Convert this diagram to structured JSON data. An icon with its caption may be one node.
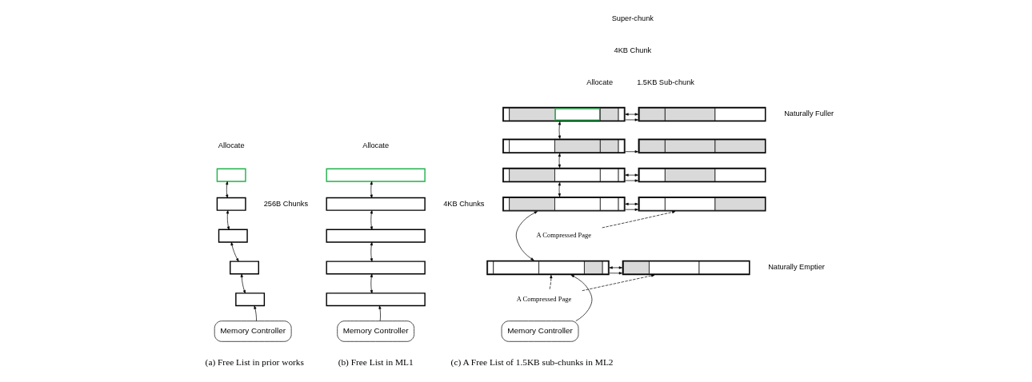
{
  "diagram": {
    "nodes": [
      {
        "text": [],
        "shape": "box"
      },
      {
        "text": [],
        "shape": "box"
      },
      {
        "text": [],
        "shape": "box"
      },
      {
        "text": [],
        "shape": "box"
      },
      {
        "text": [],
        "shape": "box"
      },
      {
        "text": [
          "Memory Controller"
        ]
      },
      {
        "text": [],
        "shape": "box"
      },
      {
        "text": [],
        "shape": "box"
      },
      {
        "text": [],
        "shape": "box"
      },
      {
        "text": [],
        "shape": "box"
      },
      {
        "text": [],
        "shape": "box"
      },
      {
        "text": [
          "Memory Controller"
        ]
      },
      {
        "text": [],
        "shape": "box"
      },
      {
        "text": [],
        "shape": "box"
      },
      {
        "text": [],
        "shape": "box"
      },
      {
        "text": [],
        "shape": "box"
      },
      {
        "text": [],
        "shape": "box"
      },
      {
        "text": [],
        "shape": "box"
      },
      {
        "text": [],
        "shape": "box"
      },
      {
        "text": [],
        "shape": "box"
      },
      {
        "text": [
          "A Compressed Page"
        ]
      },
      {
        "text": [],
        "shape": "box"
      },
      {
        "text": [],
        "shape": "box"
      },
      {
        "text": [
          "A Compressed Page"
        ]
      },
      {
        "text": [
          "Memory Controller"
        ]
      }
    ],
    "edges": [
      {
        "from": 0,
        "to": 1,
        "arrow": "both"
      },
      {
        "from": 1,
        "to": 2,
        "arrow": "both"
      },
      {
        "from": 2,
        "to": 3,
        "arrow": "both"
      },
      {
        "from": 3,
        "to": 4,
        "arrow": "both"
      },
      {
        "from": 5,
        "to": 4,
        "arrow": "to"
      },
      {
        "from": 6,
        "to": 7,
        "arrow": "both"
      },
      {
        "from": 7,
        "to": 8,
        "arrow": "both"
      },
      {
        "from": 8,
        "to": 9,
        "arrow": "both"
      },
      {
        "from": 9,
        "to": 10,
        "arrow": "both"
      },
      {
        "from": 11,
        "to": 10,
        "arrow": "to"
      },
      {
        "from": 12,
        "to": 13,
        "arrow": "to"
      },
      {
        "from": 12,
        "to": 13,
        "arrow": "both"
      },
      {
        "from": 14,
        "to": 15,
        "arrow": "to"
      },
      {
        "from": 16,
        "to": 17,
        "arrow": "to"
      },
      {
        "from": 16,
        "to": 17,
        "arrow": "both"
      },
      {
        "from": 18,
        "to": 19,
        "arrow": "to"
      },
      {
        "from": 18,
        "to": 19,
        "arrow": "both"
      },
      {
        "from": 21,
        "to": 22,
        "arrow": "to"
      },
      {
        "from": 21,
        "to": 22,
        "arrow": "both"
      },
      {
        "from": 12,
        "to": 14,
        "arrow": "both"
      },
      {
        "from": 14,
        "to": 16,
        "arrow": "both"
      },
      {
        "from": 16,
        "to": 18,
        "arrow": "both"
      },
      {
        "from": 18,
        "to": 21,
        "arrow": "both"
      },
      {
        "from": 24,
        "to": 21,
        "arrow": "to"
      },
      {
        "from": 20,
        "to": 19,
        "arrow": "to",
        "style": "dashed"
      },
      {
        "from": 23,
        "to": 21,
        "arrow": "to",
        "style": "dashed"
      },
      {
        "from": 23,
        "to": 22,
        "arrow": "to",
        "style": "dashed"
      }
    ],
    "labels": [
      "Allocate",
      "256B Chunks",
      "Allocate",
      "4KB Chunks",
      "Super-chunk",
      "4KB Chunk",
      "Allocate",
      "1.5KB Sub-chunk",
      "Naturally Fuller",
      "Naturally Emptier",
      "(a) Free List in prior works",
      "(b) Free List in ML1",
      "(c) A Free List of 1.5KB sub-chunks in ML2"
    ]
  }
}
